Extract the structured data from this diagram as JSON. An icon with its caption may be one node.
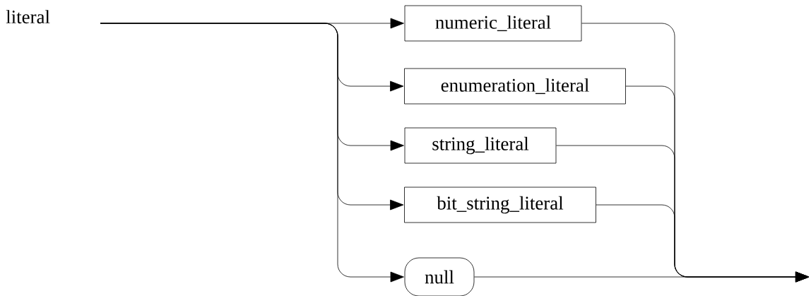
{
  "diagram": {
    "nodes": [
      {
        "text": [
          "numeric_literal"
        ]
      },
      {
        "text": [
          "enumeration_literal"
        ]
      },
      {
        "text": [
          "string_literal"
        ]
      },
      {
        "text": [
          "bit_string_literal"
        ]
      },
      {
        "text": [
          "null"
        ]
      }
    ],
    "edges": [
      {
        "from": null,
        "to": 0,
        "arrow": "to"
      },
      {
        "from": null,
        "to": 1,
        "arrow": "to"
      },
      {
        "from": null,
        "to": 2,
        "arrow": "to"
      },
      {
        "from": null,
        "to": 3,
        "arrow": "to"
      },
      {
        "from": null,
        "to": 4,
        "arrow": "to"
      },
      {
        "from": 0,
        "to": null,
        "arrow": "to"
      },
      {
        "from": 1,
        "to": null,
        "arrow": "to"
      },
      {
        "from": 2,
        "to": null,
        "arrow": "to"
      },
      {
        "from": 3,
        "to": null,
        "arrow": "to"
      },
      {
        "from": 4,
        "to": null,
        "arrow": "to"
      }
    ],
    "labels": [
      "literal"
    ]
  }
}
